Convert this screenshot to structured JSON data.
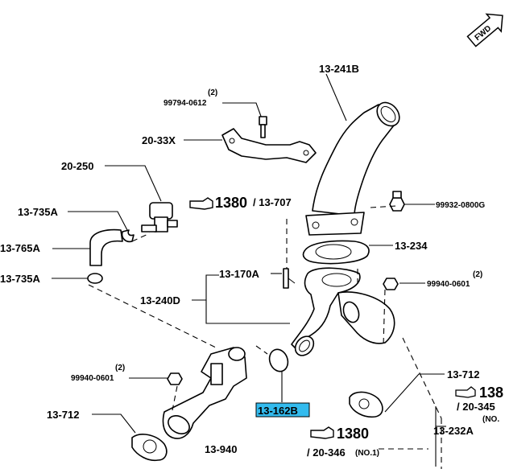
{
  "fwd_badge": "FWD",
  "labels": {
    "p13_241b": "13-241B",
    "p99794_qty": "(2)",
    "p99794": "99794-0612",
    "p20_33x": "20-33X",
    "p20_250": "20-250",
    "p99932": "99932-0800G",
    "p13_735a_top": "13-735A",
    "ref1380_top": "1380",
    "ref13_707": "/ 13-707",
    "p13_765a": "13-765A",
    "p13_234": "13-234",
    "p13_735a_bot": "13-735A",
    "p13_170a": "13-170A",
    "p99940_r_qty": "(2)",
    "p99940_r": "99940-0601",
    "p13_240d": "13-240D",
    "p99940_l_qty": "(2)",
    "p99940_l": "99940-0601",
    "p13_712_r": "13-712",
    "ref138_r": "138",
    "ref20_345_r": "/ 20-345",
    "no_r": "(NO.",
    "p13_162b": "13-162B",
    "p13_712_l": "13-712",
    "ref1380_bot": "1380",
    "ref20_346": "/ 20-346",
    "no1": "(NO.1)",
    "p13_232a": "13-232A",
    "p13_940": "13-940"
  },
  "colors": {
    "highlight_fill": "#33bbee",
    "highlight_text": "#000000"
  },
  "icons": [
    "pointing-hand-icon",
    "fwd-arrow-icon"
  ]
}
